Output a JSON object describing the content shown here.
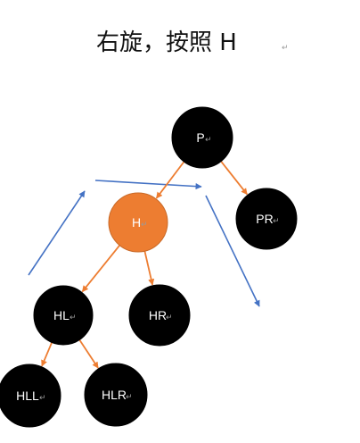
{
  "title": "右旋，按照 H",
  "colors": {
    "node_black": "#000000",
    "node_highlight": "#ED7D31",
    "node_highlight_stroke": "#c96a28",
    "tree_edge": "#ED7D31",
    "rotation_arrow": "#4472C4",
    "label": "#ffffff"
  },
  "nodes": [
    {
      "id": "P",
      "label": "P",
      "highlight": false
    },
    {
      "id": "H",
      "label": "H",
      "highlight": true
    },
    {
      "id": "PR",
      "label": "PR",
      "highlight": false
    },
    {
      "id": "HL",
      "label": "HL",
      "highlight": false
    },
    {
      "id": "HR",
      "label": "HR",
      "highlight": false
    },
    {
      "id": "HLL",
      "label": "HLL",
      "highlight": false
    },
    {
      "id": "HLR",
      "label": "HLR",
      "highlight": false
    }
  ],
  "edges": [
    {
      "from": "P",
      "to": "H"
    },
    {
      "from": "P",
      "to": "PR"
    },
    {
      "from": "H",
      "to": "HL"
    },
    {
      "from": "H",
      "to": "HR"
    },
    {
      "from": "HL",
      "to": "HLL"
    },
    {
      "from": "HL",
      "to": "HLR"
    }
  ],
  "rotation_arrows": [
    {
      "id": "rotation-arrow-up"
    },
    {
      "id": "rotation-arrow-across"
    },
    {
      "id": "rotation-arrow-down"
    }
  ]
}
